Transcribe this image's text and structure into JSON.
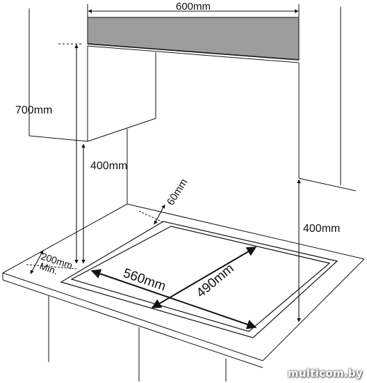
{
  "labels": {
    "hood_width": "600mm",
    "cabinet_height": "700mm",
    "hood_clearance": "400mm",
    "side_clearance": "400mm",
    "back_gap": "60mm",
    "front_gap_value": "200mm",
    "front_gap_min": "Min.",
    "cutout_width": "560mm",
    "cutout_depth": "490mm"
  },
  "watermark": "multicom.by",
  "colors": {
    "line": "#111111",
    "hood_fill": "#9c9c9c",
    "background": "#ffffff"
  }
}
